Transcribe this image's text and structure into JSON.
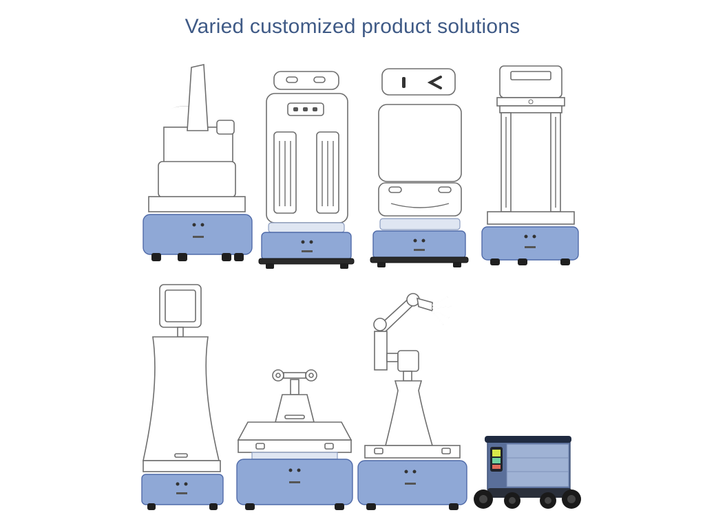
{
  "header": {
    "title": "Varied customized product solutions"
  },
  "colors": {
    "title": "#3f5a86",
    "chassis": "#8fa8d6",
    "outline": "#6d6d6d"
  },
  "robots": [
    {
      "name": "robot-disinfection-sprayer"
    },
    {
      "name": "robot-reception-panel"
    },
    {
      "name": "robot-face-display"
    },
    {
      "name": "robot-uv-lamp-column"
    },
    {
      "name": "robot-tablet-kiosk"
    },
    {
      "name": "robot-camera-inspection"
    },
    {
      "name": "robot-arm-manipulator"
    },
    {
      "name": "robot-delivery-cart"
    }
  ]
}
